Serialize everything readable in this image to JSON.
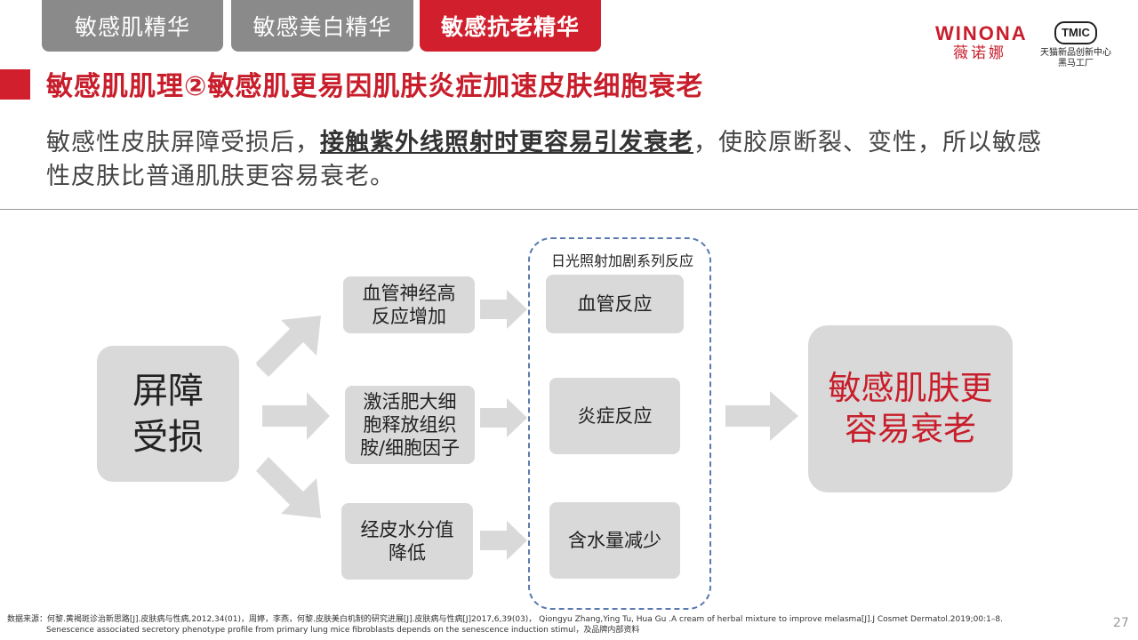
{
  "tabs": [
    {
      "label": "敏感肌精华",
      "active": false
    },
    {
      "label": "敏感美白精华",
      "active": false
    },
    {
      "label": "敏感抗老精华",
      "active": true
    }
  ],
  "brand": {
    "name_en": "WINONA",
    "name_cn": "薇诺娜"
  },
  "tmic": {
    "logo": "TMIC",
    "line1": "天猫新品创新中心",
    "line2": "黑马工厂"
  },
  "title": "敏感肌肌理②敏感肌更易因肌肤炎症加速皮肤细胞衰老",
  "intro": {
    "before": "敏感性皮肤屏障受损后，",
    "highlight": "接触紫外线照射时更容易引发衰老",
    "after": "，使胶原断裂、变性，所以敏感性皮肤比普通肌肤更容易衰老。"
  },
  "diagram": {
    "source_node": "屏障\n受损",
    "middle_nodes": [
      "血管神经高\n反应增加",
      "激活肥大细\n胞释放组织\n胺/细胞因子",
      "经皮水分值\n降低"
    ],
    "group_label": "日光照射加剧系列反应",
    "reactions": [
      "血管反应",
      "炎症反应",
      "含水量减少"
    ],
    "result_node": "敏感肌肤更\n容易衰老",
    "colors": {
      "box": "#d9d9d9",
      "arrow": "#d9d9d9",
      "accent": "#c81e2b",
      "dash": "#5b79b0"
    }
  },
  "source_line1": "数据来源：何黎.黄褐斑诊治新思路[J].皮肤病与性病,2012,34(01)，周婷，李燕，何黎.皮肤美白机制的研究进展[J].皮肤病与性病[J]2017,6,39(03)， Qiongyu Zhang,Ying Tu, Hua Gu .A cream of herbal mixture to improve melasma[J].J Cosmet Dermatol.2019;00:1–8.",
  "source_line2": "Senescence associated secretory phenotype profile from primary lung mice fibroblasts depends on the senescence induction stimul，及品牌内部资料",
  "page_number": "27"
}
